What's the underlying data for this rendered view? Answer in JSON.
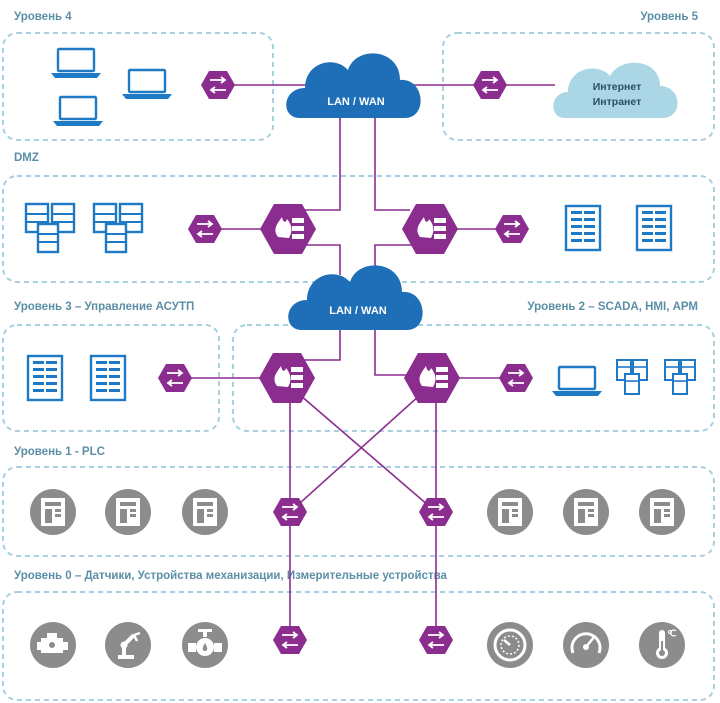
{
  "zones": {
    "level4": "Уровень 4",
    "level5": "Уровень 5",
    "dmz": "DMZ",
    "level3": "Уровень 3 – Управление АСУТП",
    "level2": "Уровень 2 – SCADA, HMI, АРМ",
    "level1": "Уровень 1 - PLC",
    "level0": "Уровень 0 – Датчики, Устройства механизации, Измерительные устройства"
  },
  "clouds": {
    "top": "LAN / WAN",
    "middle": "LAN / WAN",
    "internet_line1": "Интернет",
    "internet_line2": "Интранет"
  },
  "colors": {
    "zone_border": "#a8cfe0",
    "label": "#5b8fa6",
    "network_cloud": "#1e6fb8",
    "internet_cloud": "#aad6e6",
    "router_switch": "#8b2c8f",
    "firewall": "#8b2c8f",
    "device_blue": "#1e7ac4",
    "plc_gray": "#8c8c8c"
  },
  "icons": {
    "workstation": "laptop-icon",
    "server": "server-rack-icon",
    "switch": "switch-icon",
    "firewall": "firewall-icon",
    "plc": "plc-icon",
    "engine": "engine-icon",
    "robot_arm": "robot-arm-icon",
    "valve": "valve-icon",
    "gauge": "gauge-icon",
    "speedometer": "speedometer-icon",
    "thermometer": "thermometer-icon"
  }
}
